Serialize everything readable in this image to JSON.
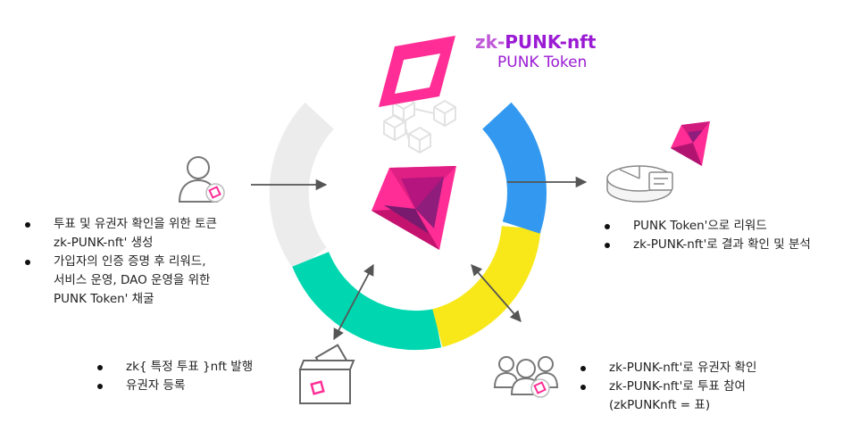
{
  "header": {
    "title_line1_zk": "zk-",
    "title_line1_rest": "PUNK-nft",
    "title_line2": "PUNK Token"
  },
  "colors": {
    "ring_gray": "#ececec",
    "ring_blue": "#3399f0",
    "ring_yellow": "#f8e81a",
    "ring_green": "#00d7b0",
    "token_pink": "#ff2d95",
    "token_purple": "#8e1d7c",
    "arrow_gray": "#555555"
  },
  "icons": {
    "user": "user-icon",
    "analytics": "pie-chart-report-icon",
    "ballot": "ballot-box-icon",
    "group": "user-group-icon",
    "blockchain": "cube-network-icon"
  },
  "issuer": {
    "items": [
      "투표 및 유권자 확인을 위한 토큰",
      "zk-PUNK-nft' 생성",
      "가입자의 인증 증명 후 리워드,",
      "서비스 운영, DAO 운영을 위한",
      "PUNK Token' 채굴"
    ]
  },
  "analysis": {
    "items": [
      "PUNK Token'으로 리워드",
      "zk-PUNK-nft'로 결과 확인 및 분석"
    ]
  },
  "ballot": {
    "items": [
      "zk{ 특정 투표 }nft 발행",
      "유권자 등록"
    ]
  },
  "voters": {
    "items": [
      "zk-PUNK-nft'로 유권자 확인",
      "zk-PUNK-nft'로 투표 참여",
      "(zkPUNKnft = 표)"
    ]
  }
}
